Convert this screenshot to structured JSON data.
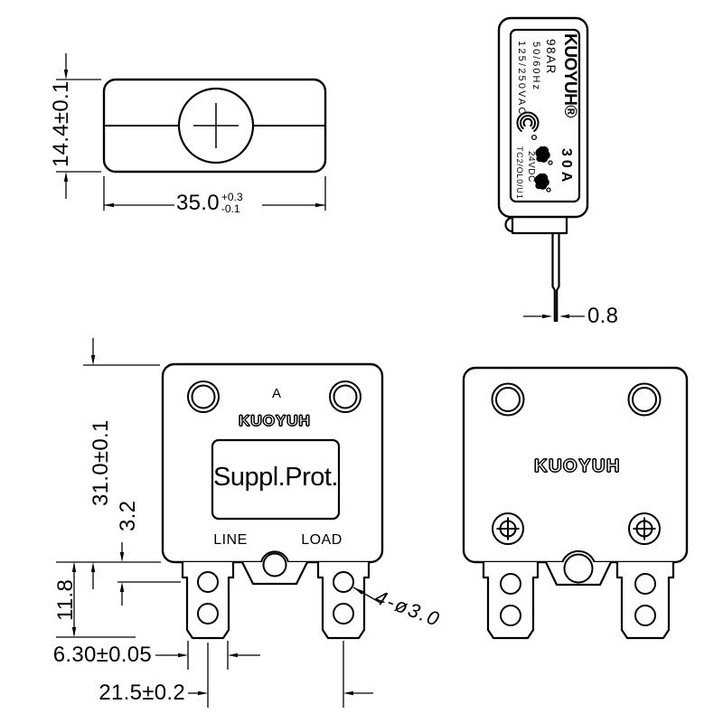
{
  "views": {
    "top": {
      "dim_height": "14.4±0.1",
      "dim_width": "35.0",
      "dim_width_tol_plus": "+0.3",
      "dim_width_tol_minus": "-0.1"
    },
    "side": {
      "label": {
        "brand": "KUOYUH®",
        "model": "98AR",
        "frequency": "50/60Hz",
        "ac_rating": "125/250VAC",
        "current_rating": "30A",
        "dc_rating": "24VDC",
        "file_code": "TC2/OL0/U1"
      },
      "dim_terminal_thickness": "0.8"
    },
    "front": {
      "marking": "A",
      "brand": "KUOYUH",
      "window_text": "Suppl.Prot.",
      "terminal_left_label": "LINE",
      "terminal_right_label": "LOAD",
      "dim_body_height": "31.0±0.1",
      "dim_step": "3.2",
      "dim_terminal_length": "11.8",
      "dim_terminal_width": "6.30±0.05",
      "dim_terminal_pitch": "21.5±0.2",
      "dim_mounting_holes": "4-ø3.0"
    },
    "rear": {
      "brand": "KUOYUH"
    }
  },
  "colors": {
    "line": "#000000",
    "background": "#ffffff"
  }
}
